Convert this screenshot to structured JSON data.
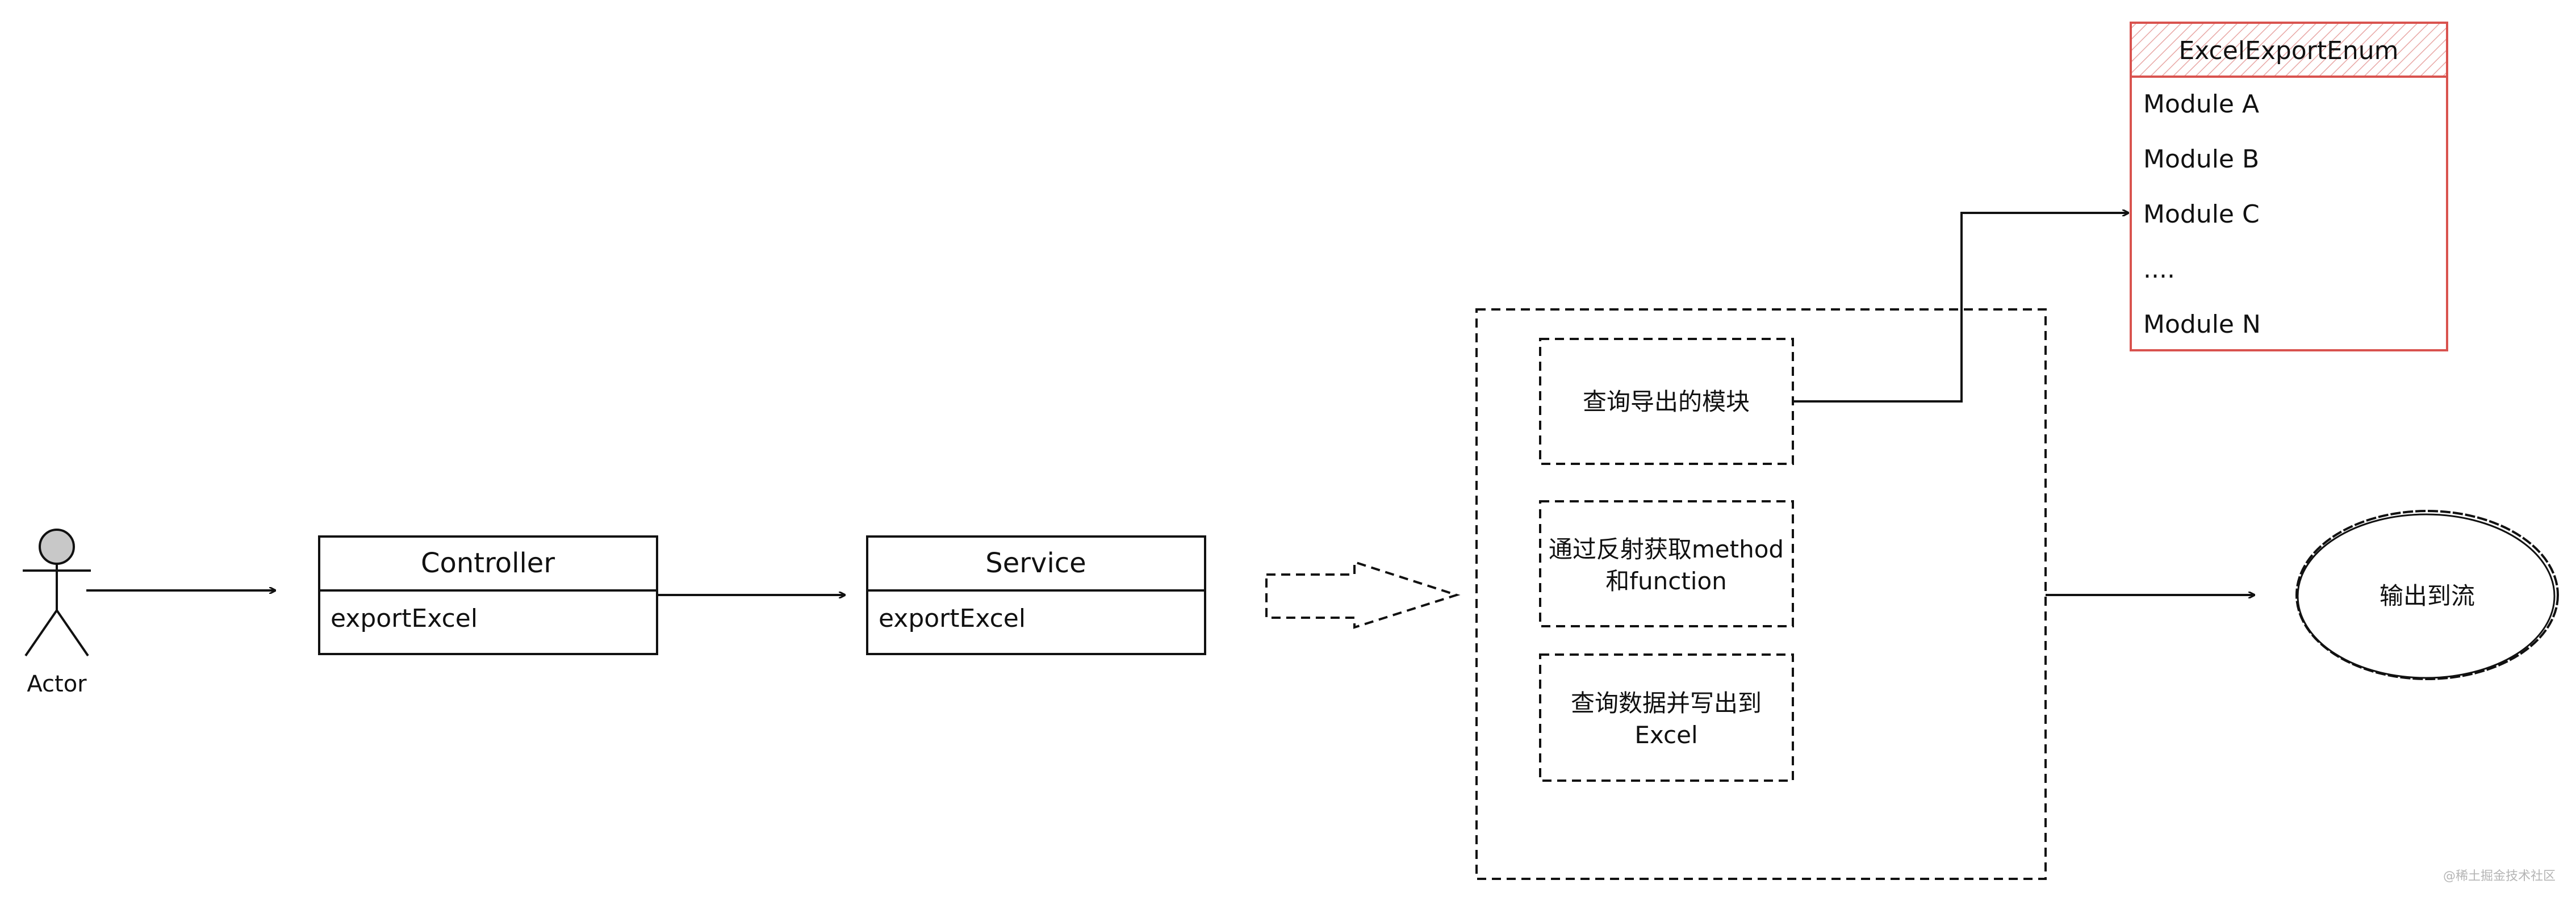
{
  "actor": {
    "label": "Actor"
  },
  "controller": {
    "title": "Controller",
    "method": "exportExcel"
  },
  "service": {
    "title": "Service",
    "method": "exportExcel"
  },
  "steps": [
    {
      "lines": [
        "查询导出的模块"
      ]
    },
    {
      "lines": [
        "通过反射获取method",
        "和function"
      ]
    },
    {
      "lines": [
        "查询数据并写出到",
        "Excel"
      ]
    }
  ],
  "enum_box": {
    "title": "ExcelExportEnum",
    "items": [
      "Module A",
      "Module B",
      "Module C",
      "....",
      "Module N"
    ],
    "border_color": "#d9534f"
  },
  "output": {
    "label": "输出到流"
  },
  "watermark": "@稀土掘金技术社区"
}
